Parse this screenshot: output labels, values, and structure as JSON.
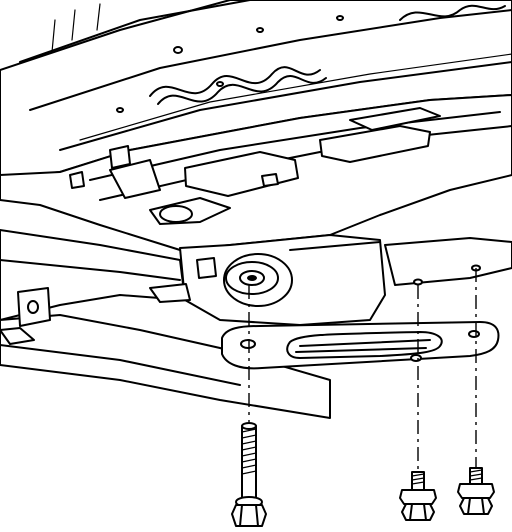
{
  "figure": {
    "type": "exploded-view line drawing",
    "colors": {
      "line": "#000000",
      "background": "#ffffff"
    },
    "parts": [
      {
        "id": "long-bolt",
        "count": 1
      },
      {
        "id": "short-bolt",
        "count": 2
      },
      {
        "id": "mounting-plate",
        "count": 1
      },
      {
        "id": "bushing",
        "count": 1
      }
    ]
  }
}
